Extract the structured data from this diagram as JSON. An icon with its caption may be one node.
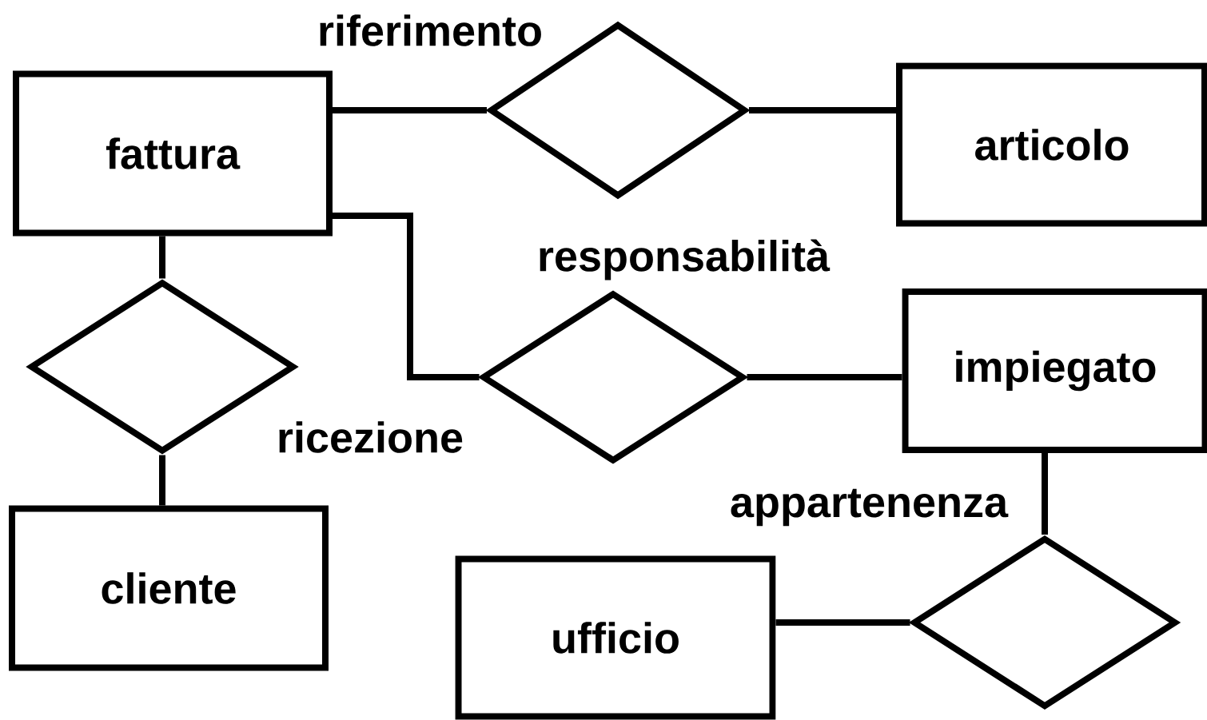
{
  "diagram": {
    "nodes": [
      {
        "text": [
          "fattura"
        ]
      },
      {
        "text": [],
        "shape": "diamond",
        "beside": [
          "riferimento"
        ]
      },
      {
        "text": [
          "articolo"
        ]
      },
      {
        "text": [],
        "shape": "diamond",
        "beside": [
          "responsabilità"
        ]
      },
      {
        "text": [
          "impiegato"
        ]
      },
      {
        "text": [],
        "shape": "diamond",
        "beside": [
          "ricezione"
        ]
      },
      {
        "text": [
          "cliente"
        ]
      },
      {
        "text": [],
        "shape": "diamond",
        "beside": [
          "appartenenza"
        ]
      },
      {
        "text": [
          "ufficio"
        ]
      }
    ],
    "edges": [
      {
        "from": 0,
        "to": 1,
        "arrow": "none"
      },
      {
        "from": 1,
        "to": 2,
        "arrow": "none"
      },
      {
        "from": 0,
        "to": 3,
        "arrow": "none"
      },
      {
        "from": 3,
        "to": 4,
        "arrow": "none"
      },
      {
        "from": 0,
        "to": 5,
        "arrow": "none"
      },
      {
        "from": 5,
        "to": 6,
        "arrow": "none"
      },
      {
        "from": 4,
        "to": 7,
        "arrow": "none"
      },
      {
        "from": 7,
        "to": 8,
        "arrow": "none"
      }
    ]
  }
}
